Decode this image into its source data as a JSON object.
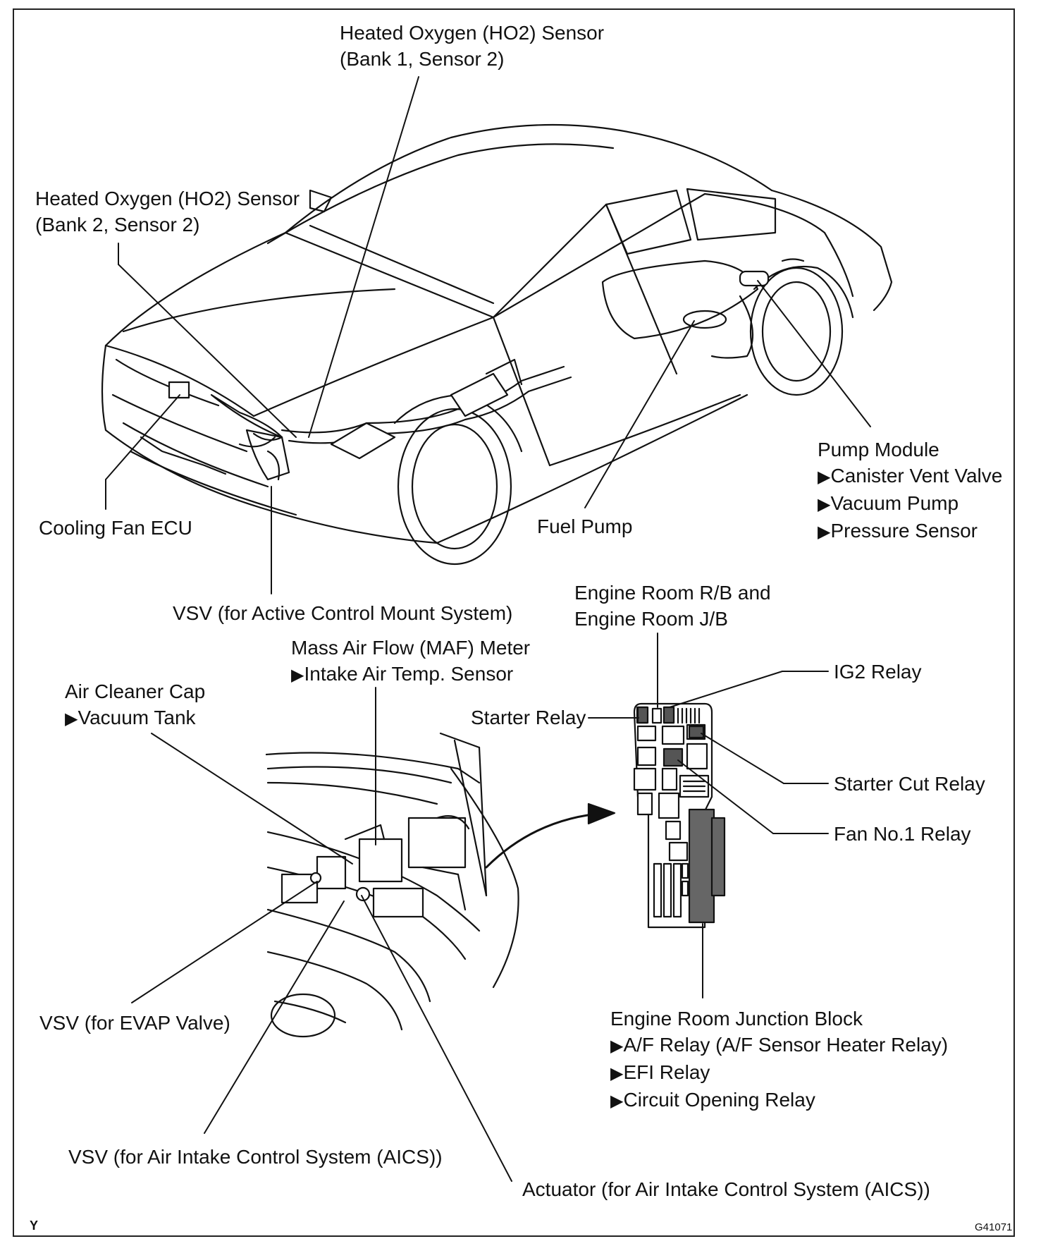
{
  "labels": {
    "ho2_b1s2": {
      "line1": "Heated Oxygen (HO2) Sensor",
      "line2": "(Bank 1, Sensor 2)"
    },
    "ho2_b2s2": {
      "line1": "Heated Oxygen (HO2) Sensor",
      "line2": "(Bank 2, Sensor 2)"
    },
    "pump_module": {
      "title": "Pump Module",
      "items": [
        "Canister Vent Valve",
        "Vacuum Pump",
        "Pressure Sensor"
      ]
    },
    "cooling_fan_ecu": "Cooling Fan ECU",
    "fuel_pump": "Fuel Pump",
    "vsv_acm": "VSV (for Active Control Mount System)",
    "engine_room_rb": {
      "line1": "Engine Room R/B and",
      "line2": "Engine Room J/B"
    },
    "maf_meter": {
      "title": "Mass Air Flow (MAF) Meter",
      "item": "Intake Air Temp. Sensor"
    },
    "air_cleaner_cap": {
      "title": "Air Cleaner Cap",
      "item": "Vacuum Tank"
    },
    "starter_relay": "Starter Relay",
    "ig2_relay": "IG2 Relay",
    "starter_cut_relay": "Starter Cut Relay",
    "fan_no1_relay": "Fan No.1 Relay",
    "engine_room_jb": {
      "title": "Engine Room Junction Block",
      "items": [
        "A/F Relay (A/F Sensor Heater Relay)",
        "EFI Relay",
        "Circuit Opening Relay"
      ]
    },
    "vsv_evap": "VSV (for EVAP Valve)",
    "vsv_aics": "VSV (for Air Intake Control System (AICS))",
    "actuator_aics": "Actuator (for Air Intake Control System (AICS))"
  },
  "corner_letter": "Y",
  "figure_code": "G41071",
  "bullet_glyph": "▶"
}
